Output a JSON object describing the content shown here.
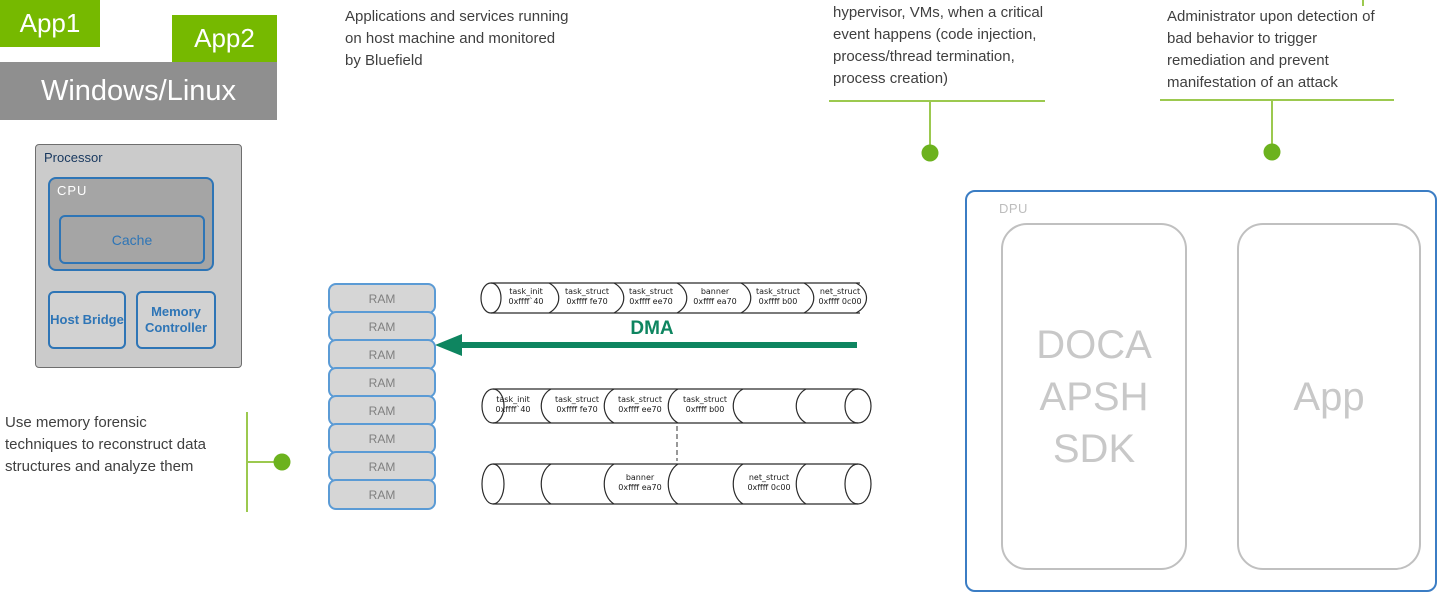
{
  "host": {
    "app1": "App1",
    "app2": "App2",
    "os": "Windows/Linux"
  },
  "processor": {
    "label": "Processor",
    "cpu": "CPU",
    "cache": "Cache",
    "host_bridge": "Host Bridge",
    "memory_controller": "Memory Controller"
  },
  "annotations": {
    "apps": "Applications and services running on host machine and monitored by Bluefield",
    "events": "hypervisor, VMs, when a critical event happens (code injection, process/thread termination, process creation)",
    "admin": "Administrator upon detection of bad behavior to trigger remediation and prevent manifestation of an attack",
    "forensics": "Use memory forensic techniques to reconstruct data structures and analyze them"
  },
  "ram": {
    "label": "RAM",
    "count": 8
  },
  "dma": {
    "label": "DMA"
  },
  "cylinders": {
    "top": [
      {
        "name": "task_init",
        "addr": "0xffff`40"
      },
      {
        "name": "task_struct",
        "addr": "0xffff fe70"
      },
      {
        "name": "task_struct",
        "addr": "0xffff ee70"
      },
      {
        "name": "banner",
        "addr": "0xffff ea70"
      },
      {
        "name": "task_struct",
        "addr": "0xffff b00"
      },
      {
        "name": "net_struct",
        "addr": "0xffff 0c00"
      }
    ],
    "middle": [
      {
        "name": "task_init",
        "addr": "0xffff`40"
      },
      {
        "name": "task_struct",
        "addr": "0xffff fe70"
      },
      {
        "name": "task_struct",
        "addr": "0xffff ee70"
      },
      {
        "name": "task_struct",
        "addr": "0xffff b00"
      }
    ],
    "bottom": [
      {
        "name": "banner",
        "addr": "0xffff ea70"
      },
      {
        "name": "net_struct",
        "addr": "0xffff 0c00"
      }
    ]
  },
  "dpu": {
    "label": "DPU",
    "sdk": "DOCA APSH SDK",
    "app": "App"
  },
  "colors": {
    "nvidia_green": "#76B900",
    "callout_line_green": "#9CC94F",
    "callout_dot_green": "#6CB21E",
    "dma_green": "#0E8560",
    "box_blue": "#2E75B6",
    "ram_blue": "#5B9BD5",
    "dpu_border_blue": "#3B7DC4",
    "os_gray": "#8F8F8F",
    "ghost_gray": "#C8C8C8"
  }
}
